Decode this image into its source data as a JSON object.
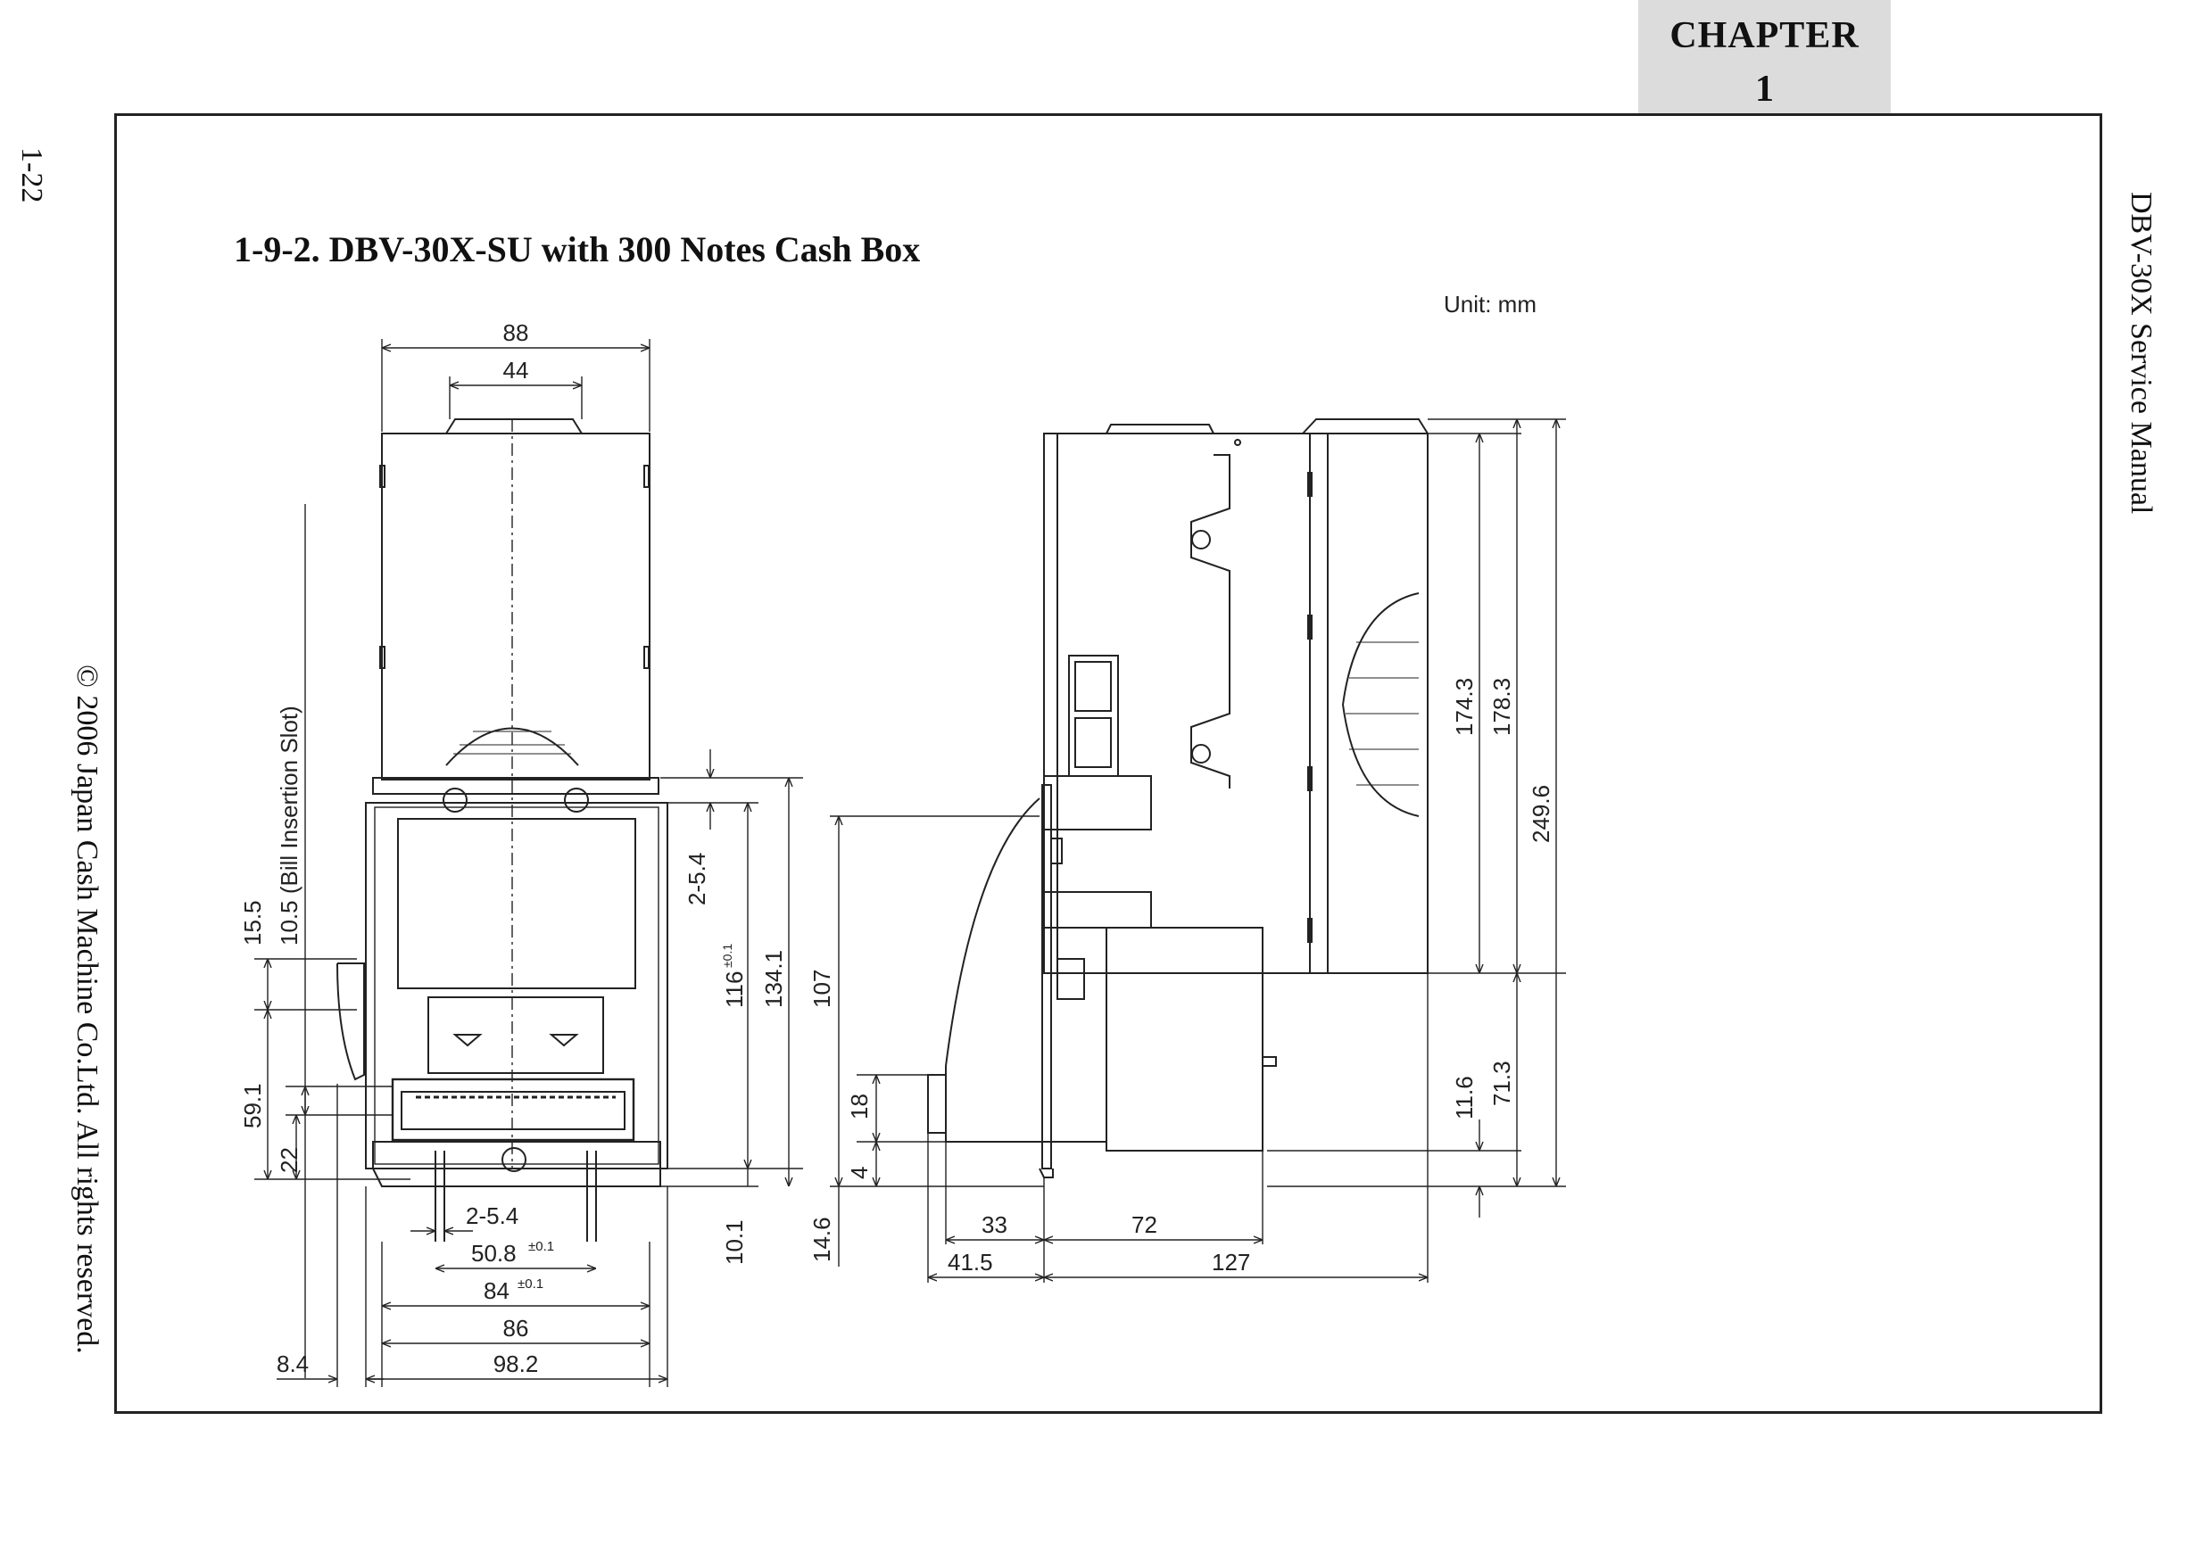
{
  "header": {
    "chapter_label": "CHAPTER",
    "chapter_number": "1"
  },
  "margin": {
    "page_number": "1-22",
    "copyright": "© 2006 Japan Cash Machine Co.Ltd. All rights reserved.",
    "manual_title": "DBV-30X Service Manual"
  },
  "section": {
    "title": "1-9-2. DBV-30X-SU with 300 Notes Cash Box",
    "unit": "Unit: mm"
  },
  "dimensions": {
    "front": {
      "width_88": "88",
      "width_44": "44",
      "bill_slot": "10.5 (Bill Insertion Slot)",
      "d15_5": "15.5",
      "d59_1": "59.1",
      "d22": "22",
      "d8_4": "8.4",
      "d2_5_4_v": "2-5.4",
      "d116": "116",
      "tol_116": "±0.1",
      "d134_1": "134.1",
      "d10_1": "10.1",
      "d2_5_4_h": "2-5.4",
      "d50_8": "50.8",
      "tol_50_8": "±0.1",
      "d84": "84",
      "tol_84": "±0.1",
      "d86": "86",
      "d98_2": "98.2"
    },
    "side": {
      "d107": "107",
      "d18": "18",
      "d4": "4",
      "d14_6": "14.6",
      "d33": "33",
      "d72": "72",
      "d41_5": "41.5",
      "d127": "127",
      "d174_3": "174.3",
      "d178_3": "178.3",
      "d249_6": "249.6",
      "d11_6": "11.6",
      "d71_3": "71.3"
    }
  }
}
